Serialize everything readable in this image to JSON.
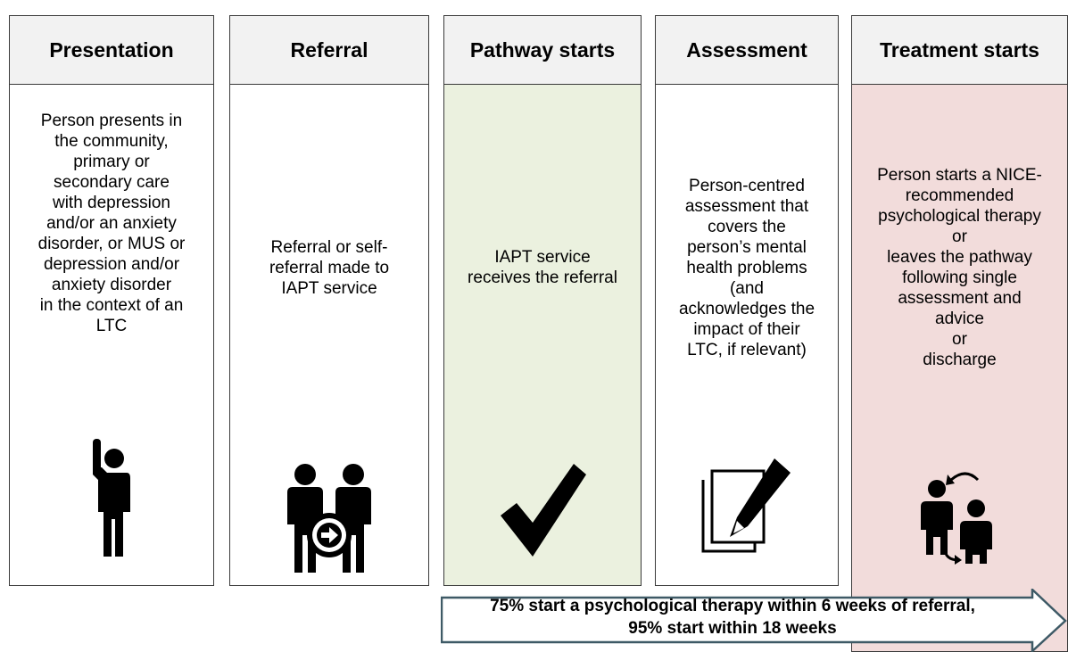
{
  "stages": [
    {
      "title": "Presentation",
      "description": "Person presents in\nthe community,\nprimary or\nsecondary care\nwith depression\nand/or an anxiety\ndisorder, or MUS or\ndepression and/or\nanxiety disorder\nin the context of an\nLTC",
      "icon": "person-raising-hand-icon",
      "fill": "#ffffff"
    },
    {
      "title": "Referral",
      "description": "Referral or self-\nreferral made to\nIAPT service",
      "icon": "people-referral-arrow-icon",
      "fill": "#ffffff"
    },
    {
      "title": "Pathway starts",
      "description": "IAPT service\nreceives the referral",
      "icon": "checkmark-icon",
      "fill": "#ebf1df"
    },
    {
      "title": "Assessment",
      "description": "Person-centred\nassessment that\ncovers the\nperson’s mental\nhealth problems\n(and\nacknowledges the\nimpact of their\nLTC, if relevant)",
      "icon": "document-pencil-icon",
      "fill": "#ffffff"
    },
    {
      "title": "Treatment starts",
      "description": "Person starts a NICE-\nrecommended\npsychological therapy\nor\nleaves the pathway\nfollowing single\nassessment and\nadvice\nor\ndischarge",
      "icon": "people-exchange-arrows-icon",
      "fill": "#f2dcdb"
    }
  ],
  "target_arrow": {
    "line1": "75% start a psychological therapy within 6 weeks of referral,",
    "line2": "95% start within 18 weeks",
    "fill": "#ffffff",
    "border": "#3e5a66"
  }
}
